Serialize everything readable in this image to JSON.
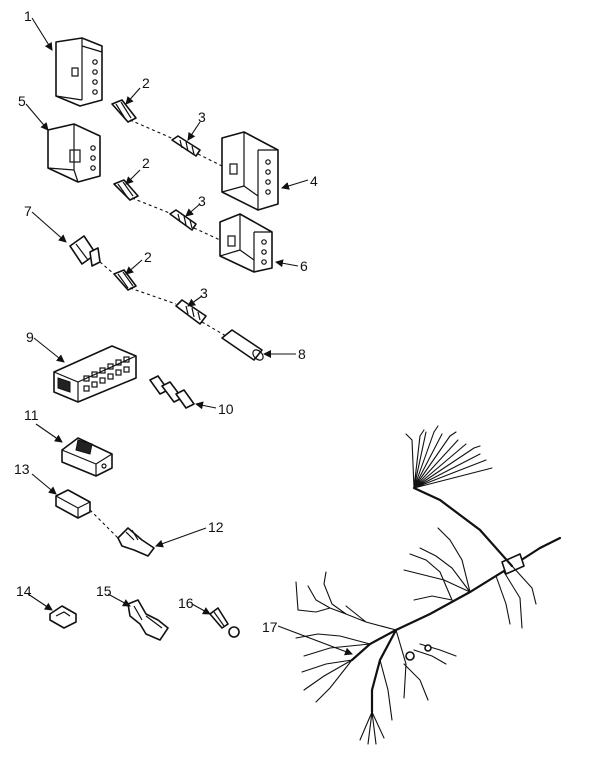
{
  "callouts": {
    "c1": "1",
    "c2a": "2",
    "c2b": "2",
    "c2c": "2",
    "c3a": "3",
    "c3b": "3",
    "c3c": "3",
    "c4": "4",
    "c5": "5",
    "c6": "6",
    "c7": "7",
    "c8": "8",
    "c9": "9",
    "c10": "10",
    "c11": "11",
    "c12": "12",
    "c13": "13",
    "c14": "14",
    "c15": "15",
    "c16": "16",
    "c17": "17"
  }
}
